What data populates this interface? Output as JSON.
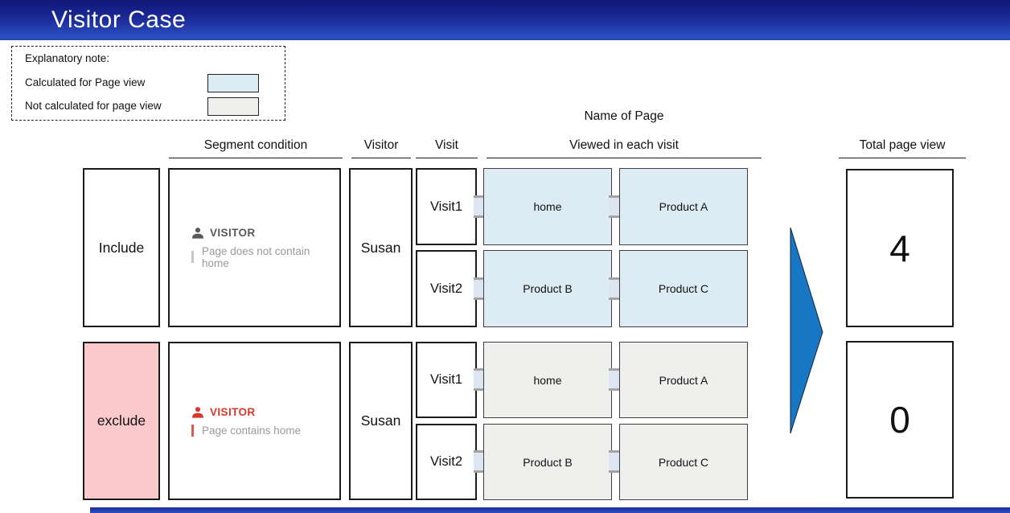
{
  "header": {
    "title": "Visitor Case"
  },
  "legend": {
    "title": "Explanatory note:",
    "items": [
      {
        "label": "Calculated for Page view"
      },
      {
        "label": "Not calculated for page view"
      }
    ]
  },
  "columns": {
    "segment": "Segment condition",
    "visitor": "Visitor",
    "visit": "Visit",
    "page_group": "Name of Page",
    "viewed": "Viewed in each visit",
    "total": "Total page view"
  },
  "rows": [
    {
      "mode": "Include",
      "segment": {
        "entity": "VISITOR",
        "condition": "Page does not contain home"
      },
      "visitor": "Susan",
      "visits": [
        {
          "label": "Visit1",
          "pages": [
            "home",
            "Product A"
          ]
        },
        {
          "label": "Visit2",
          "pages": [
            "Product B",
            "Product C"
          ]
        }
      ],
      "total": "4"
    },
    {
      "mode": "exclude",
      "segment": {
        "entity": "VISITOR",
        "condition": "Page contains home"
      },
      "visitor": "Susan",
      "visits": [
        {
          "label": "Visit1",
          "pages": [
            "home",
            "Product A"
          ]
        },
        {
          "label": "Visit2",
          "pages": [
            "Product B",
            "Product C"
          ]
        }
      ],
      "total": "0"
    }
  ],
  "colors": {
    "calculated_fill": "#dcebf4",
    "not_calculated_fill": "#eff0ee",
    "exclude_fill": "#fbc9cc",
    "arrow_fill": "#1877c5",
    "include_entity_color": "#595959",
    "exclude_entity_color": "#d8382c"
  }
}
